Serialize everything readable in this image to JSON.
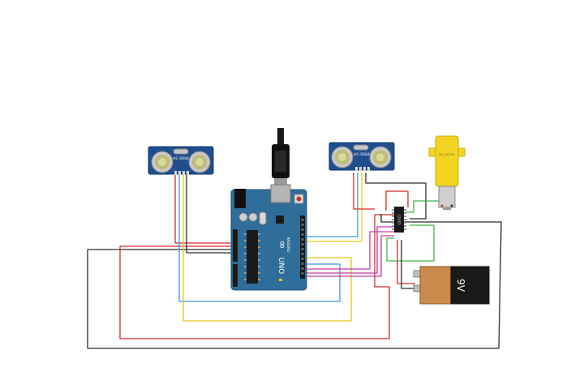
{
  "components": {
    "sensor_left": {
      "model": "HC-SR04"
    },
    "sensor_right": {
      "model": "HC-SR04"
    },
    "arduino": {
      "logo": "∞",
      "brand": "ARDUINO",
      "model": "UNO"
    },
    "battery": {
      "label": "9V"
    },
    "motor": {
      "label": "DC MOTOR"
    },
    "driver": {
      "label": "L293D"
    }
  },
  "colors": {
    "wire_red": "#d42a2a",
    "wire_black": "#2b2b2b",
    "wire_blue": "#3a9ad9",
    "wire_yellow": "#e6c619",
    "wire_green": "#3fb44b",
    "wire_magenta": "#c23aa8",
    "board_blue": "#2f6e9b",
    "sensor_blue": "#1f4f8f",
    "battery_orange": "#c98a4b",
    "motor_yellow": "#f2d522"
  }
}
